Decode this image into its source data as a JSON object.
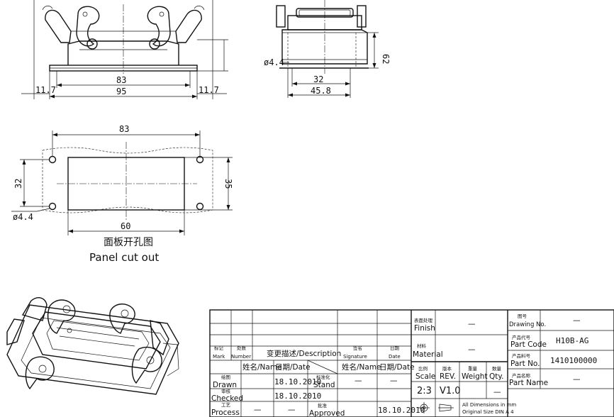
{
  "views": {
    "front": {
      "dim_83": "83",
      "dim_95": "95",
      "dim_left_11_7": "11.7",
      "dim_right_11_7": "11.7"
    },
    "side": {
      "dim_hole": "ø4.4",
      "dim_32": "32",
      "dim_45_8": "45.8",
      "dim_62": "62"
    },
    "cutout": {
      "dim_83": "83",
      "dim_32": "32",
      "dim_35": "35",
      "dim_60": "60",
      "dim_hole": "ø4.4",
      "title_cn": "面板开孔图",
      "title_en": "Panel cut out"
    }
  },
  "title_block": {
    "finish_cn": "表面处理",
    "finish_en": "Finish",
    "finish_value": "—",
    "material_cn": "材料",
    "material_en": "Material",
    "material_value": "—",
    "mark_cn": "标记",
    "mark_en": "Mark",
    "number_cn": "处数",
    "number_en": "Number",
    "description": "变更描述/Description",
    "signature_cn": "签名",
    "signature_en": "Signature",
    "date_cn": "日期",
    "date_en": "Date",
    "name_header_1": "姓名/Name",
    "date_header_1": "日期/Date",
    "name_header_2": "姓名/Name",
    "date_header_2": "日期/Date",
    "drawn_cn": "绘图",
    "drawn_en": "Drawn",
    "checked_cn": "审核",
    "checked_en": "Checked",
    "process_cn": "工艺",
    "process_en": "Process",
    "stand_cn": "标准化",
    "stand_en": "Stand",
    "approved_cn": "批准",
    "approved_en": "Approved",
    "drawn_date": "18.10.2010",
    "checked_date": "18.10.2010",
    "process_name": "—",
    "process_date": "—",
    "stand_name": "—",
    "stand_date": "—",
    "approved_date": "18.10.2010",
    "scale_cn": "比例",
    "scale_en": "Scale",
    "rev_cn": "版本",
    "rev_en": "REV.",
    "weight_cn": "重量",
    "weight_en": "Weight",
    "qty_cn": "数量",
    "qty_en": "Qty.",
    "scale_value": "2:3",
    "rev_value": "V1.0",
    "qty_value": "—",
    "dims_note_1": "All Dimensions in mm",
    "dims_note_2": "Original Size DIN A 4",
    "drawing_no_cn": "图号",
    "drawing_no_en": "Drawing No.",
    "drawing_no_value": "—",
    "part_code_cn": "产品代号",
    "part_code_en": "Part Code",
    "part_code_value": "H10B-AG",
    "part_no_cn": "产品料号",
    "part_no_en": "Part No.",
    "part_no_value": "1410100000",
    "part_name_cn": "产品名称",
    "part_name_en": "Part Name",
    "part_name_value": "—"
  }
}
